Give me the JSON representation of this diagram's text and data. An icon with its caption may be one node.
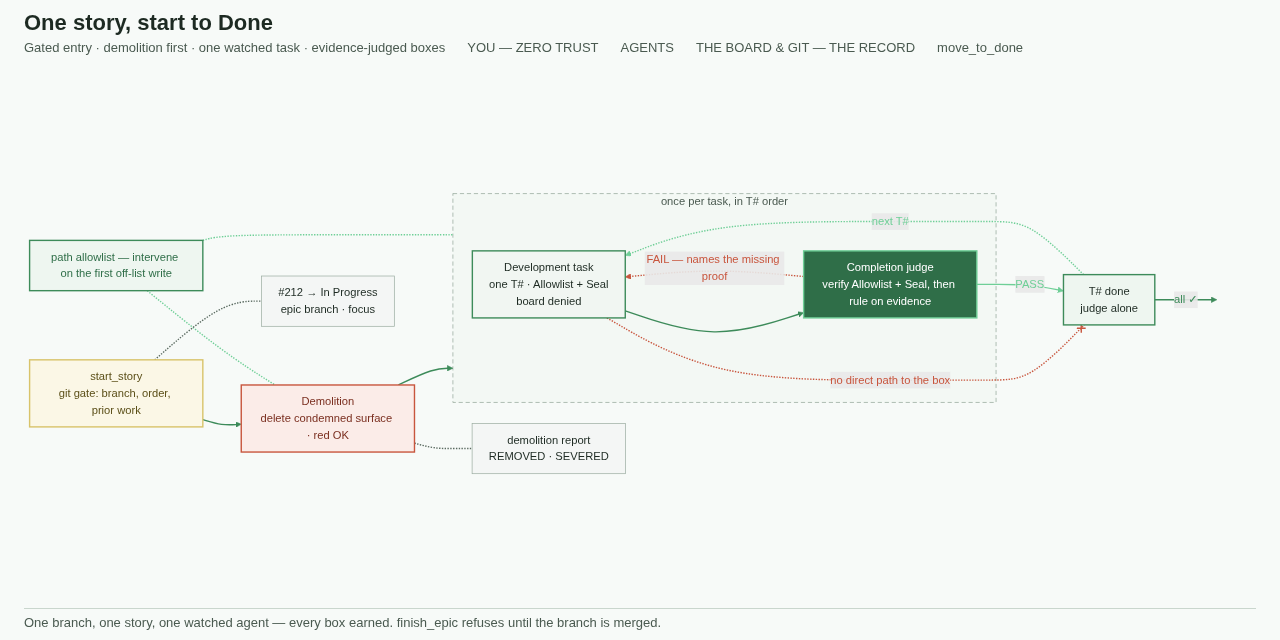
{
  "diagram": {
    "title": "One story, start to Done",
    "caption": "One branch, one story, one watched agent — every box earned. finish_epic refuses until the branch is merged.",
    "nodes": [
      {
        "text": [
          "path allowlist — intervene on the first off-list write"
        ]
      },
      {
        "text": [
          "start_story",
          "git gate: branch, order, prior work"
        ]
      },
      {
        "text": [
          "Demolition",
          "delete condemned surface · red OK"
        ]
      },
      {
        "text": [
          "once per task, in T# order"
        ]
      },
      {
        "text": [
          "Development task",
          "one T# · Allowlist + Seal",
          "board denied"
        ],
        "in": 3
      },
      {
        "text": [
          "Completion judge",
          "verify Allowlist + Seal, then rule on evidence"
        ],
        "in": 3
      },
      {
        "text": [
          "T# done",
          "judge alone"
        ]
      },
      {
        "text": [
          "#212 → In Progress",
          "epic branch · focus"
        ]
      },
      {
        "text": [
          "demolition report",
          "REMOVED · SEVERED"
        ]
      }
    ],
    "edges": [
      {
        "from": 1,
        "to": 2,
        "arrow": "to"
      },
      {
        "from": 2,
        "to": 3,
        "arrow": "to"
      },
      {
        "from": 4,
        "to": 5,
        "arrow": "to"
      },
      {
        "from": 5,
        "to": 4,
        "arrow": "to",
        "label": "FAIL — names the missing proof",
        "style": "dashed",
        "color": "#c8553d"
      },
      {
        "from": 4,
        "to": 6,
        "arrow": "other",
        "label": "no direct path to the box",
        "style": "dashed",
        "color": "#c8553d"
      },
      {
        "from": 5,
        "to": 6,
        "arrow": "to",
        "label": "PASS",
        "color": "#6fcf97"
      },
      {
        "from": 6,
        "to": 4,
        "arrow": "to",
        "label": "next T#",
        "style": "dashed",
        "color": "#6fcf97"
      },
      {
        "from": 6,
        "to": null,
        "arrow": "to",
        "label": "all ✓"
      },
      {
        "from": 0,
        "to": 2,
        "arrow": "none",
        "style": "dashed",
        "color": "#6fcf97"
      },
      {
        "from": 0,
        "to": 3,
        "arrow": "none",
        "style": "dashed",
        "color": "#6fcf97"
      },
      {
        "from": 1,
        "to": 7,
        "arrow": "none",
        "style": "dashed",
        "color": "#5a6a60"
      },
      {
        "from": 2,
        "to": 8,
        "arrow": "none",
        "style": "dashed",
        "color": "#5a6a60"
      }
    ],
    "labels": [
      "Gated entry · demolition first · one watched task · evidence-judged boxes",
      "YOU — ZERO TRUST",
      "AGENTS",
      "THE BOARD & GIT — THE RECORD",
      "move_to_done"
    ]
  }
}
